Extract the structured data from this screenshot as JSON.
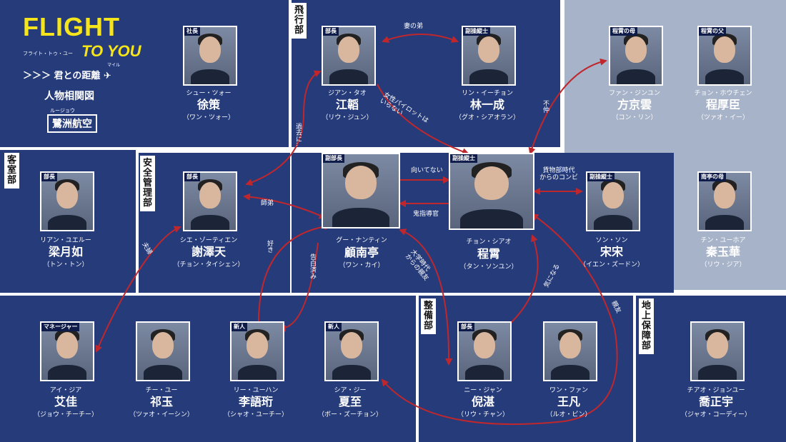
{
  "header": {
    "title_line1": "FLIGHT",
    "title_line2": "TO YOU",
    "title_kana": "フライト・トゥ・ユー",
    "subtitle": "＞＞＞ 君との距離 ✈",
    "subtitle_ruby": "マイル",
    "map_title": "人物相関図",
    "airline_ruby": "ルージョウ",
    "airline": "鷺洲航空"
  },
  "departments": {
    "flight": "飛行部",
    "cabin": "客室部",
    "safety": "安全管理部",
    "maintenance": "整備部",
    "ground": "地上保障部"
  },
  "people": {
    "xu": {
      "role": "社長",
      "kana": "シュー・ツォー",
      "name": "徐策",
      "actor": "（ワン・ツォー）"
    },
    "jiang": {
      "role": "部長",
      "kana": "ジアン・タオ",
      "name": "江韜",
      "actor": "（リウ・ジュン）"
    },
    "lin": {
      "role": "副操縦士",
      "kana": "リン・イーチョン",
      "name": "林一成",
      "actor": "（グオ・シアオラン）"
    },
    "fang": {
      "role": "程霄の母",
      "kana": "ファン・ジンユン",
      "name": "方京雲",
      "actor": "（コン・リン）"
    },
    "chengfather": {
      "role": "程霄の父",
      "kana": "チョン・ホウチェン",
      "name": "程厚臣",
      "actor": "（ツァオ・イー）"
    },
    "liang": {
      "role": "部長",
      "kana": "リアン・ユエルー",
      "name": "梁月如",
      "actor": "（トン・トン）"
    },
    "xie": {
      "role": "部長",
      "kana": "シエ・ゾーティエン",
      "name": "謝澤天",
      "actor": "（チョン・タイシェン）"
    },
    "gu": {
      "role": "副部長",
      "kana": "グー・ナンティン",
      "name": "顧南亭",
      "actor": "（ワン・カイ）"
    },
    "cheng": {
      "role": "副操縦士",
      "kana": "チョン・シアオ",
      "name": "程霄",
      "actor": "（タン・ソンユン）"
    },
    "song": {
      "role": "副操縦士",
      "kana": "ソン・ソン",
      "name": "宋宋",
      "actor": "（イエン・ズードン）"
    },
    "qin": {
      "role": "南亭の母",
      "kana": "チン・ユーホア",
      "name": "秦玉華",
      "actor": "（リウ・ジア）"
    },
    "ai": {
      "role": "マネージャー",
      "kana": "アイ・ジア",
      "name": "艾佳",
      "actor": "（ジョウ・チーチー）"
    },
    "qi": {
      "role": "",
      "kana": "チー・ユー",
      "name": "祁玉",
      "actor": "（ツァオ・イーシン）"
    },
    "li": {
      "role": "新人",
      "kana": "リー・ユーハン",
      "name": "李語珩",
      "actor": "（シャオ・ユーチー）"
    },
    "xia": {
      "role": "新人",
      "kana": "シア・ジー",
      "name": "夏至",
      "actor": "（ボー・ズーチョン）"
    },
    "ni": {
      "role": "部長",
      "kana": "ニー・ジャン",
      "name": "倪湛",
      "actor": "（リウ・チャン）"
    },
    "wang": {
      "role": "",
      "kana": "ワン・ファン",
      "name": "王凡",
      "actor": "（ルオ・ビン）"
    },
    "qiao": {
      "role": "",
      "kana": "チアオ・ジョンユー",
      "name": "喬正宇",
      "actor": "（ジャオ・コーディー）"
    }
  },
  "relations": {
    "jiang_lin": "妻の弟",
    "jiang_cheng": "女性パイロットは\nいらない",
    "cheng_fang": "不仲",
    "xie_jiang": "過去に…",
    "gu_cheng_top": "向いてない",
    "cheng_gu_bottom": "鬼指導官",
    "cheng_song": "貨物部時代\nからのコンビ",
    "xie_gu": "師弟",
    "liang_xie": "夫婦",
    "gu_li_b": "好き",
    "gu_li": "告白済み",
    "gu_ni": "大学時代\nからの親友",
    "ni_cheng": "気になる",
    "xia_cheng": "親友"
  },
  "colors": {
    "panel": "#263b7a",
    "family_panel": "#a7b3c9",
    "arrow": "#c0272d",
    "title": "#f5e51a"
  }
}
